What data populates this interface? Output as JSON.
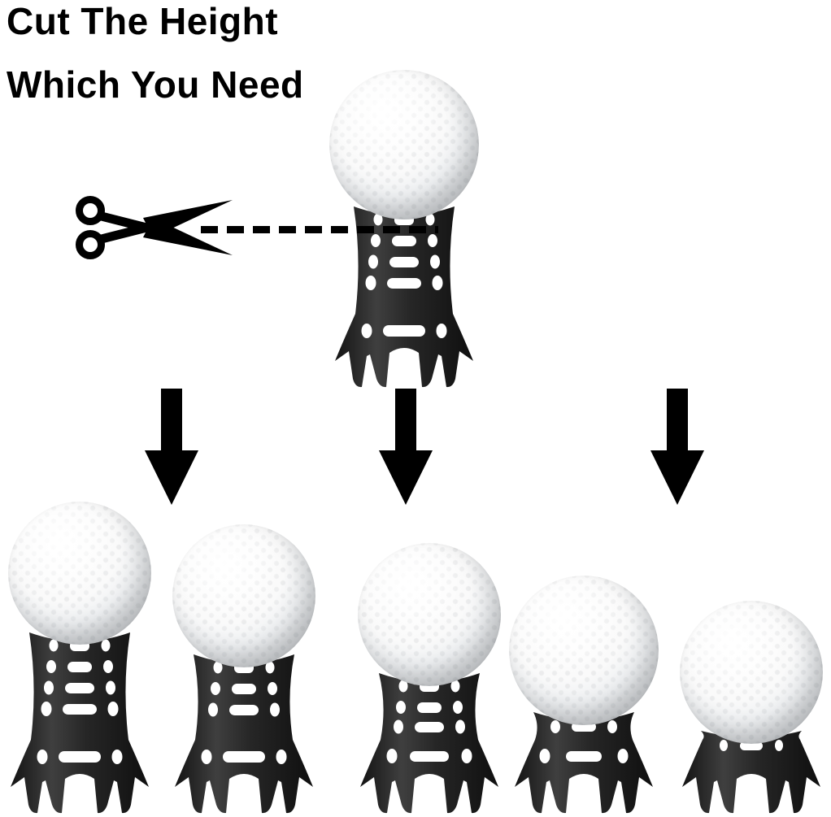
{
  "title": {
    "line1": "Cut The Height",
    "line2": "Which You Need"
  },
  "colors": {
    "background": "#ffffff",
    "text": "#000000",
    "scissors": "#000000",
    "cut_line": "#000000",
    "arrow": "#000000",
    "tee_dark": "#1a1a1a",
    "tee_highlight": "#3f3f3f",
    "ball_shade": "#b7babd"
  },
  "cut_line": {
    "style": "dashed",
    "orientation": "horizontal"
  },
  "arrows": {
    "count": 3,
    "direction": "down"
  },
  "diagram": {
    "subject": "golf ball on trimmable claw tee",
    "top_tee": {
      "name": "uncut-tee",
      "relative_height": 1.0
    },
    "bottom_row_tees": [
      {
        "name": "tee-height-1",
        "relative_height": 1.0
      },
      {
        "name": "tee-height-2",
        "relative_height": 0.88
      },
      {
        "name": "tee-height-3",
        "relative_height": 0.78
      },
      {
        "name": "tee-height-4",
        "relative_height": 0.57
      },
      {
        "name": "tee-height-5",
        "relative_height": 0.46
      }
    ]
  }
}
